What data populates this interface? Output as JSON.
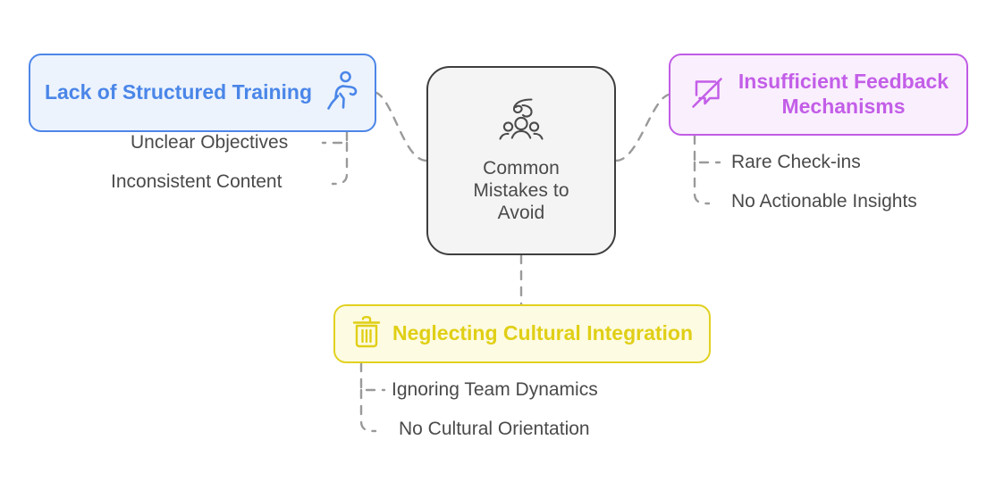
{
  "diagram": {
    "type": "mind-map",
    "background": "#ffffff",
    "connector_color": "#9a9a9a",
    "connector_style": "dashed"
  },
  "center": {
    "title": "Common\nMistakes to\nAvoid",
    "icon": "users-confusion-icon",
    "border_color": "#3e3e3e",
    "fill_color": "#f4f4f4",
    "text_color": "#4a4a4a"
  },
  "branches": [
    {
      "id": "blue",
      "label": "Lack of Structured Training",
      "icon": "running-person-icon",
      "icon_position": "right",
      "border_color": "#4d86e8",
      "fill_color": "#ecf3fd",
      "text_color": "#4a86e8",
      "children": [
        {
          "label": "Unclear Objectives"
        },
        {
          "label": "Inconsistent Content"
        }
      ]
    },
    {
      "id": "purple",
      "label": "Insufficient Feedback\nMechanisms",
      "icon": "message-off-icon",
      "icon_position": "left",
      "border_color": "#c05ce5",
      "fill_color": "#faeffd",
      "text_color": "#c35ee8",
      "children": [
        {
          "label": "Rare Check-ins"
        },
        {
          "label": "No Actionable Insights"
        }
      ]
    },
    {
      "id": "yellow",
      "label": "Neglecting Cultural Integration",
      "icon": "trash-icon",
      "icon_position": "left",
      "border_color": "#e1d120",
      "fill_color": "#fdfbe1",
      "text_color": "#e0cf16",
      "children": [
        {
          "label": "Ignoring Team Dynamics"
        },
        {
          "label": "No Cultural Orientation"
        }
      ]
    }
  ]
}
